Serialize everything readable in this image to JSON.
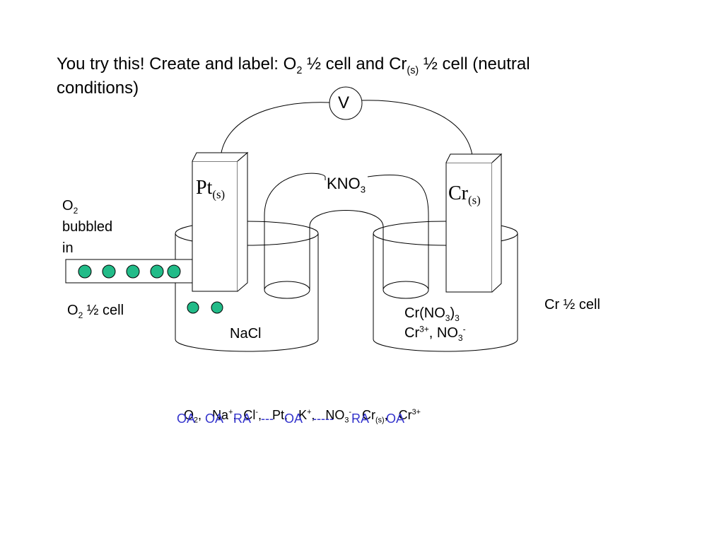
{
  "title": {
    "prefix": "You try this!  Create and label: O",
    "sub1": "2",
    "mid": " ½ cell and Cr",
    "sub2": "(s)",
    "suffix": " ½ cell (neutral",
    "line2": "conditions)"
  },
  "voltmeter": "V",
  "salt_bridge": {
    "base": "KNO",
    "sub": "3"
  },
  "left_electrode": {
    "base": "Pt",
    "sub": "(s)"
  },
  "right_electrode": {
    "base": "Cr",
    "sub": "(s)"
  },
  "o2_input": {
    "base": "O",
    "sub": "2",
    "line2": "bubbled",
    "line3": "in"
  },
  "left_cell_label": {
    "base": "O",
    "sub": "2",
    "rest": " ½ cell"
  },
  "left_solution": "NaCl",
  "right_solution": {
    "line1_base": "Cr(NO",
    "line1_sub": "3",
    "line1_close": ")",
    "line1_sub2": "3",
    "line2_base": "Cr",
    "line2_sup": "3+",
    "line2_mid": ", NO",
    "line2_sub": "3",
    "line2_sup2": "-"
  },
  "right_cell_label": "Cr ½ cell",
  "species": [
    {
      "base": "O",
      "sub": "2",
      "sup": "",
      "tail": ",   "
    },
    {
      "base": "Na",
      "sub": "",
      "sup": "+",
      "tail": ",  "
    },
    {
      "base": "Cl",
      "sub": "",
      "sup": "-",
      "tail": ",   "
    },
    {
      "base": "Pt",
      "sub": "",
      "sup": "",
      "tail": ",   "
    },
    {
      "base": "K",
      "sub": "",
      "sup": "+",
      "tail": ",   "
    },
    {
      "base": "NO",
      "sub": "3",
      "sup": "-",
      "tail": ",  "
    },
    {
      "base": "Cr",
      "sub": "(s)",
      "sup": "",
      "tail": ",   "
    },
    {
      "base": "Cr",
      "sub": "",
      "sup": "3+",
      "tail": ""
    }
  ],
  "roles": "OA   OA   RA   ---   OA   -----     RA     OA",
  "colors": {
    "roles": "#3333cc",
    "bubble": "#22bb88",
    "line": "#000000"
  }
}
